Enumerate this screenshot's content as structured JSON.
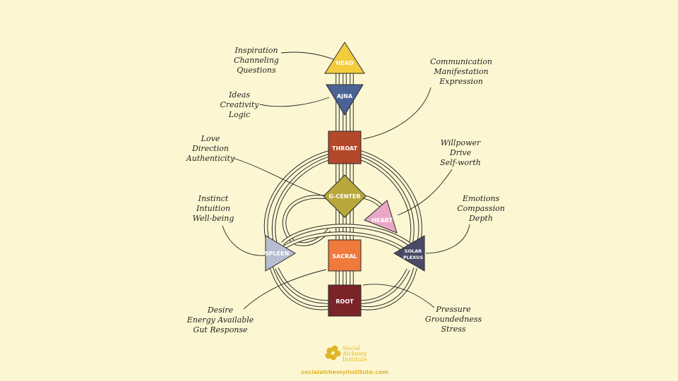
{
  "colors": {
    "background": "#fcf7d2",
    "head": "#f2cc3c",
    "ajna": "#4a6294",
    "throat": "#b3482a",
    "g_center": "#b8a83a",
    "heart": "#eaa7c6",
    "spleen": "#b7bed0",
    "sacral": "#ee7a3c",
    "solar_plexus": "#4a4a68",
    "root": "#7a2428",
    "brand": "#e0b72a"
  },
  "centers": {
    "head": "HEAD",
    "ajna": "AJNA",
    "throat": "THROAT",
    "g_center": "G-CENTER",
    "heart": "HEART",
    "spleen": "SPLEEN",
    "sacral": "SACRAL",
    "solar_plexus": [
      "SOLAR",
      "PLEXUS"
    ],
    "root": "ROOT"
  },
  "annotations": {
    "head": [
      "Inspiration",
      "Channeling",
      "Questions"
    ],
    "ajna": [
      "Ideas",
      "Creativity",
      "Logic"
    ],
    "throat": [
      "Communication",
      "Manifestation",
      "Expression"
    ],
    "g_center": [
      "Love",
      "Direction",
      "Authenticity"
    ],
    "heart": [
      "Willpower",
      "Drive",
      "Self-worth"
    ],
    "spleen": [
      "Instinct",
      "Intuition",
      "Well-being"
    ],
    "solar_plexus": [
      "Emotions",
      "Compassion",
      "Depth"
    ],
    "sacral": [
      "Desire",
      "Energy Available",
      "Gut Response"
    ],
    "root": [
      "Pressure",
      "Groundedness",
      "Stress"
    ]
  },
  "branding": {
    "logo_text": [
      "Social",
      "Alchemy",
      "Institute"
    ],
    "url": "socialalchemyinstitute.com",
    "logo_icon": "yellow-flower-icon"
  }
}
